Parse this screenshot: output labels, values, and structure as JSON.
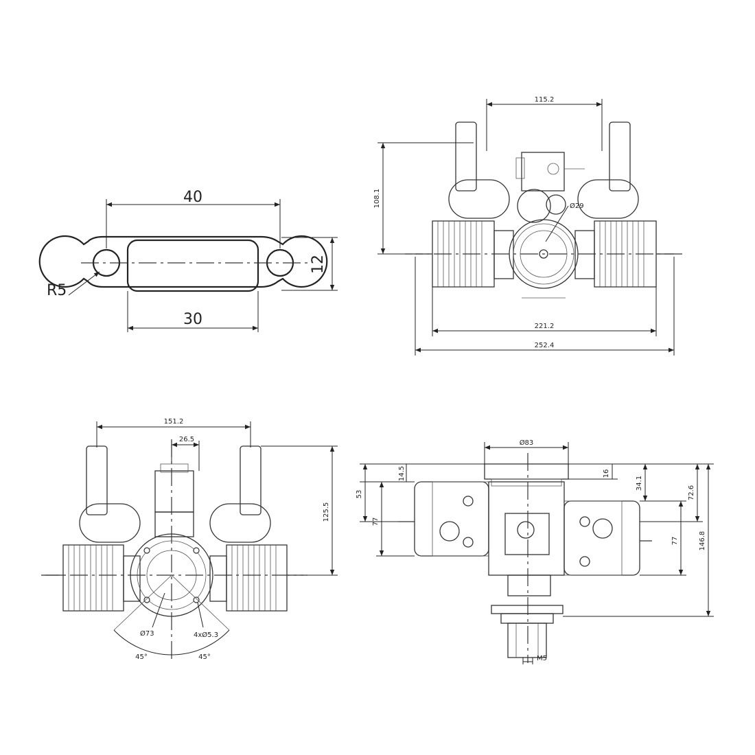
{
  "gasket": {
    "dim_top": "40",
    "dim_bottom": "30",
    "dim_right": "12",
    "dim_radius": "R5"
  },
  "front_view": {
    "dim_top": "115.2",
    "dim_left": "108.1",
    "dim_diameter": "Ø29",
    "dim_bottom_inner": "221.2",
    "dim_bottom_outer": "252.4"
  },
  "rear_view": {
    "dim_top": "151.2",
    "dim_top_inner": "26.5",
    "dim_right": "125.5",
    "dim_diameter": "Ø73",
    "dim_holes": "4xØ5.3",
    "angle_left": "45°",
    "angle_right": "45°"
  },
  "top_view": {
    "dim_top": "Ø83",
    "dim_a": "14.5",
    "dim_b": "16",
    "dim_c": "53",
    "dim_d": "77",
    "dim_e": "34.1",
    "dim_f": "72.6",
    "dim_g": "77",
    "dim_h": "146.8",
    "dim_bottom": "M5"
  }
}
